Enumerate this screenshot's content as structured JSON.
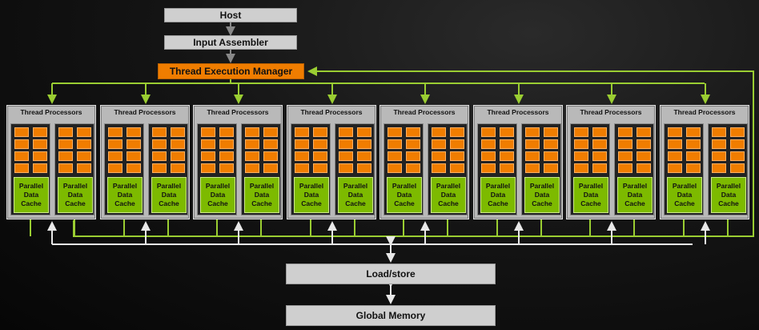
{
  "blocks": {
    "host": "Host",
    "input_assembler": "Input Assembler",
    "thread_execution_manager": "Thread Execution Manager",
    "load_store": "Load/store",
    "global_memory": "Global Memory"
  },
  "cluster_label": "Thread Processors",
  "cache_label": [
    "Parallel",
    "Data",
    "Cache"
  ],
  "cluster_count": 8,
  "sm_per_cluster": 2,
  "cores_per_sm": 8,
  "colors": {
    "block_gray": "#cfcfcf",
    "manager_orange": "#f07d00",
    "core_orange": "#f07d00",
    "cache_green": "#7dba00",
    "wire_green": "#9acd32",
    "wire_white": "#e8e8e8"
  }
}
